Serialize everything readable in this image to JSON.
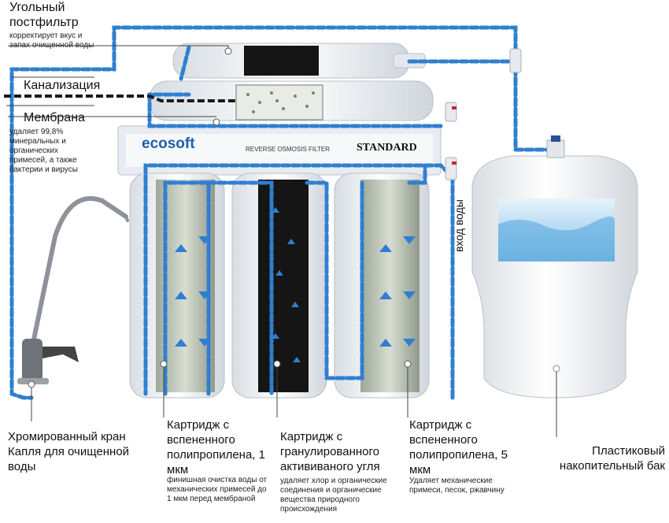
{
  "labels": {
    "postfilter_title": "Угольный постфильтр",
    "postfilter_desc": "корректирует вкус и запах очищенной воды",
    "drain_title": "Канализация",
    "membrane_title": "Мембрана",
    "membrane_desc": "удаляет 99,8% минеральных и органических примесей, а также бактерии и вирусы",
    "water_in": "вход воды",
    "faucet_title": "Хромированный кран Капля для очищенной воды",
    "cartridge1_title": "Картридж с вспененного полипропилена, 1 мкм",
    "cartridge1_desc": "финишная очистка воды от механических примесей до 1 мкм перед мембраной",
    "cartridge2_title": "Картридж с гранулированного актививаного угля",
    "cartridge2_desc": "удаляет хлор и органические соединения и органические вещества природного происхождения",
    "cartridge3_title": "Картридж с вспененного полипропилена, 5 мкм",
    "cartridge3_desc": "Удаляет механические примеси, песок, ржавчину",
    "tank_title": "Пластиковый накопительный бак"
  },
  "brand": {
    "logo": "ecosoft",
    "subtitle": "REVERSE OSMOSIS FILTER",
    "model": "STANDARD"
  },
  "colors": {
    "water": "#2f7fd1",
    "drain": "#1a1a1a",
    "housing": "#eef1f4"
  }
}
